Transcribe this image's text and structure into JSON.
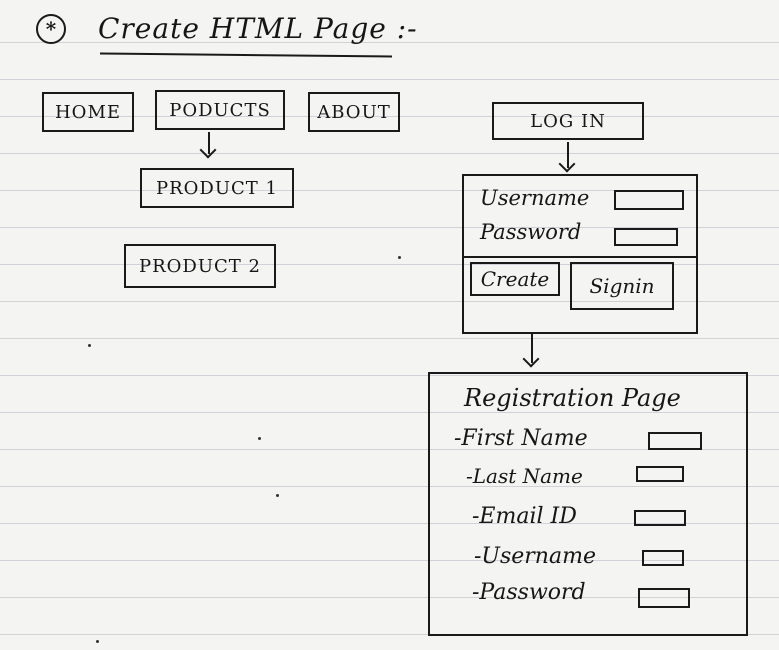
{
  "header": {
    "marker": "*",
    "title": "Create HTML Page :-"
  },
  "nav": {
    "home": "HOME",
    "products": "PODUCTS",
    "about": "ABOUT",
    "login": "LOG IN"
  },
  "products_menu": {
    "product1": "PRODUCT 1",
    "product2": "PRODUCT 2"
  },
  "login_form": {
    "username_label": "Username",
    "password_label": "Password",
    "create_button": "Create",
    "signin_button": "Signin"
  },
  "registration": {
    "title": "Registration Page",
    "fields": [
      "-First Name",
      "-Last Name",
      "-Email ID",
      "-Username",
      "-Password"
    ]
  }
}
